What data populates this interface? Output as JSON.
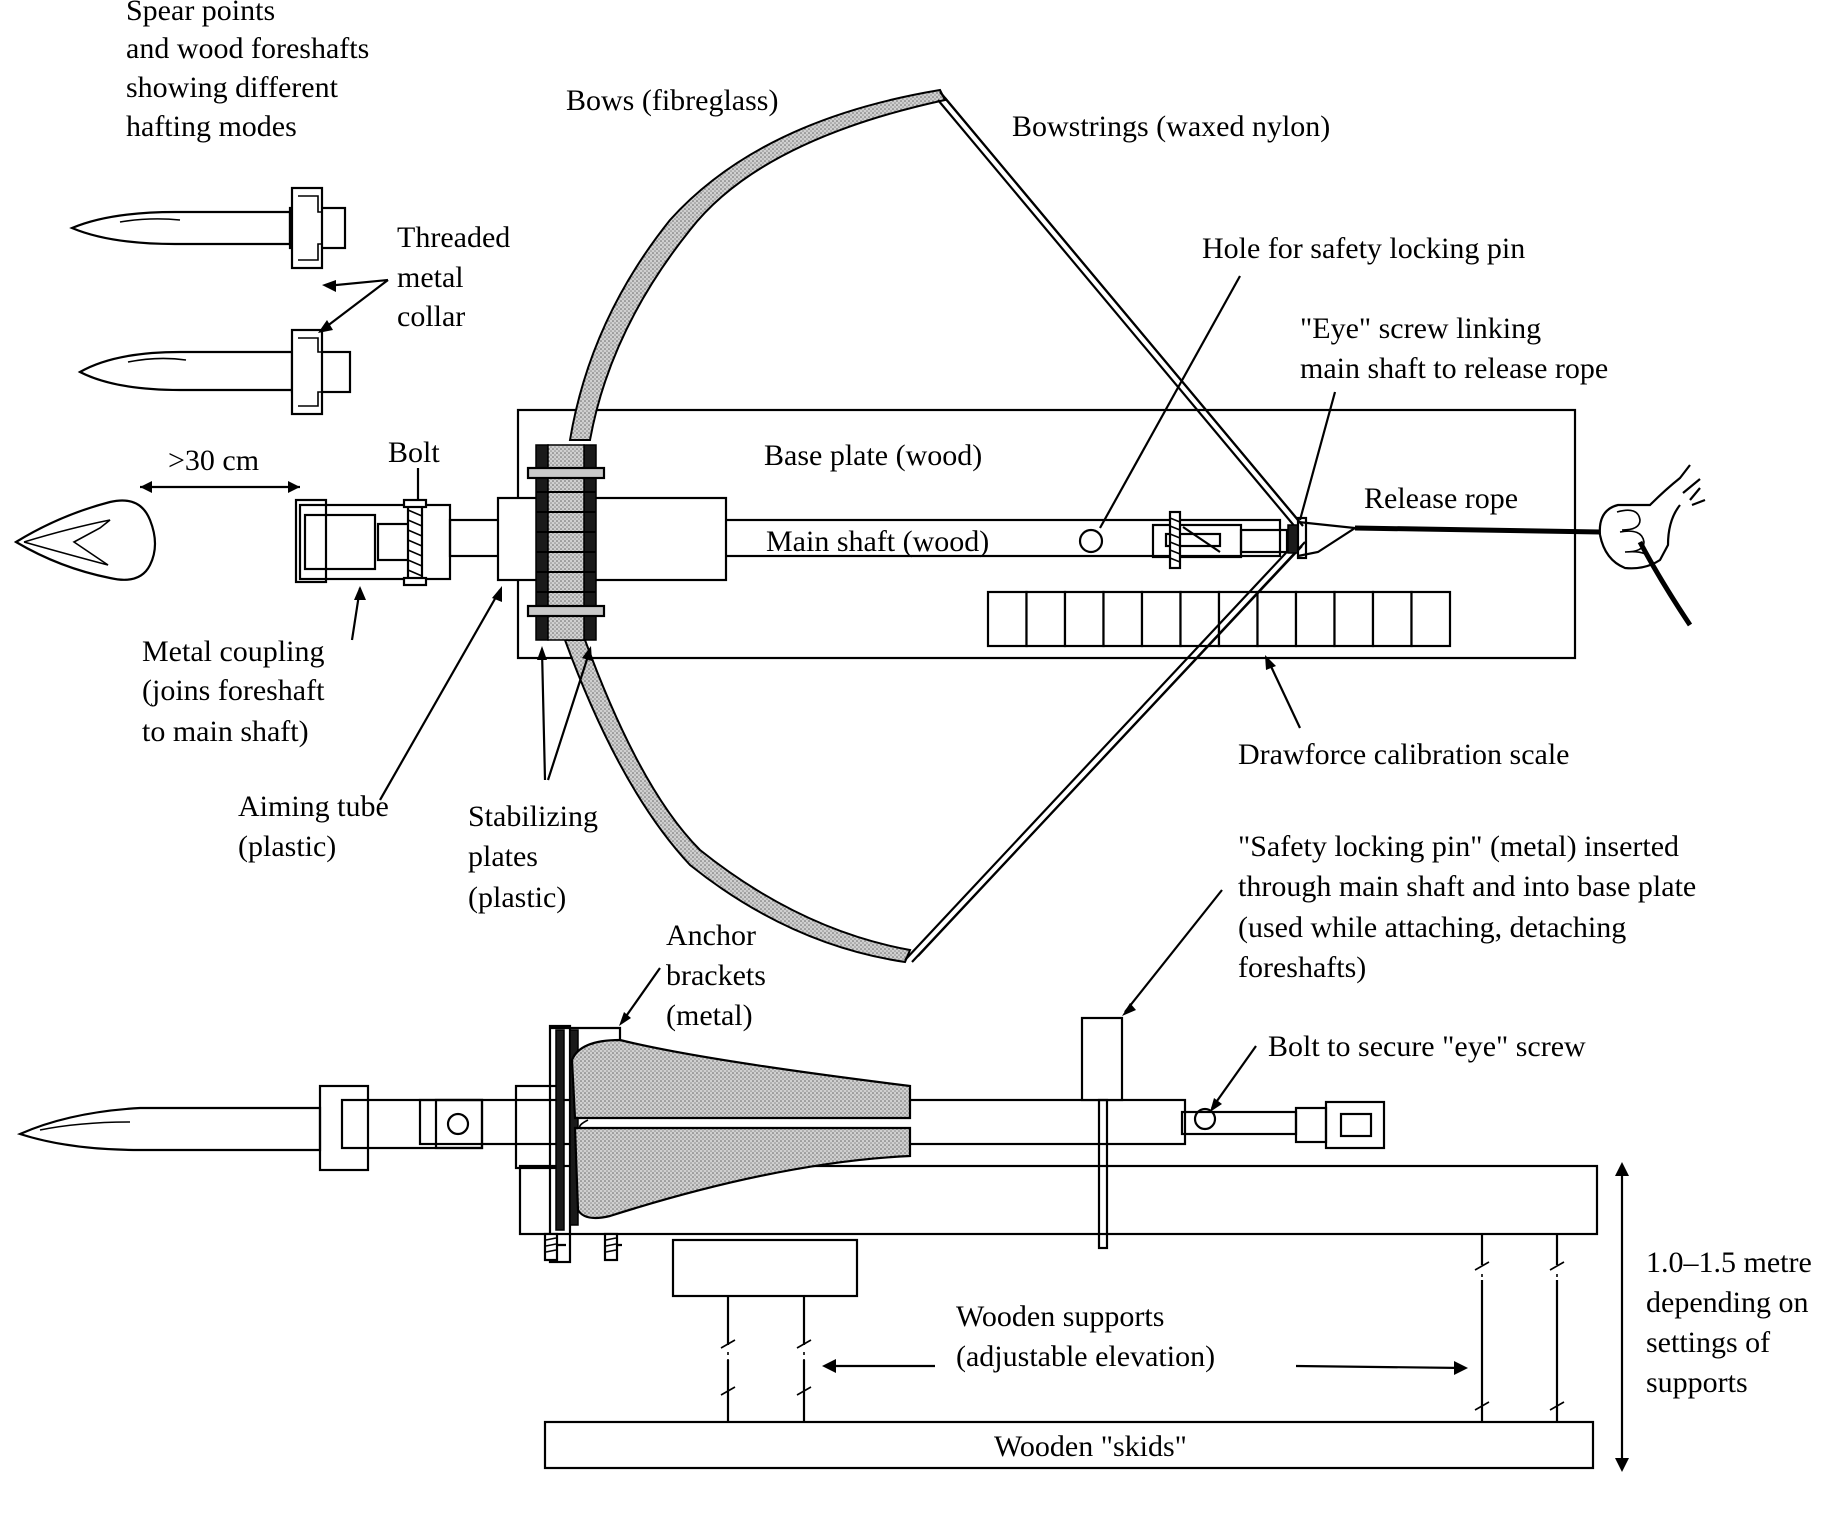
{
  "labels": {
    "spear_points_1": "Spear points",
    "spear_points_2": "and wood foreshafts",
    "spear_points_3": "showing different",
    "spear_points_4": "hafting modes",
    "bows": "Bows (fibreglass)",
    "bowstrings": "Bowstrings (waxed nylon)",
    "threaded_1": "Threaded",
    "threaded_2": "metal",
    "threaded_3": "collar",
    "hole_pin": "Hole for safety locking pin",
    "eye_screw_1": "\"Eye\" screw linking",
    "eye_screw_2": "main shaft to release rope",
    "over_30cm": ">30 cm",
    "bolt": "Bolt",
    "base_plate": "Base plate (wood)",
    "release_rope": "Release rope",
    "main_shaft": "Main shaft (wood)",
    "metal_coupling_1": "Metal coupling",
    "metal_coupling_2": "(joins foreshaft",
    "metal_coupling_3": "to main shaft)",
    "drawforce": "Drawforce calibration scale",
    "aiming_tube_1": "Aiming tube",
    "aiming_tube_2": "(plastic)",
    "stabilizing_1": "Stabilizing",
    "stabilizing_2": "plates",
    "stabilizing_3": "(plastic)",
    "safety_pin_1": "\"Safety locking pin\" (metal) inserted",
    "safety_pin_2": "through main shaft and into base plate",
    "safety_pin_3": "(used while attaching, detaching",
    "safety_pin_4": "foreshafts)",
    "anchor_1": "Anchor",
    "anchor_2": "brackets",
    "anchor_3": "(metal)",
    "bolt_eye": "Bolt to secure \"eye\" screw",
    "height_1": "1.0–1.5 metre",
    "height_2": "depending on",
    "height_3": "settings of",
    "height_4": "supports",
    "wooden_supports_1": "Wooden supports",
    "wooden_supports_2": "(adjustable elevation)",
    "skids": "Wooden \"skids\""
  },
  "calibration_scale_cells": 12
}
